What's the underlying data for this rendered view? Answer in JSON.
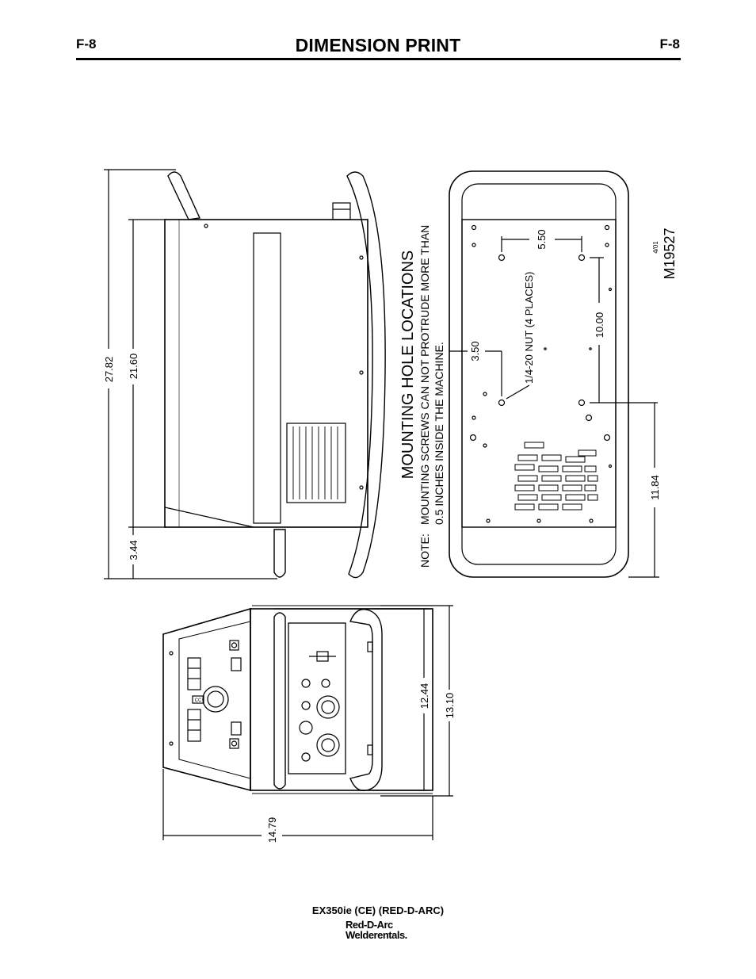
{
  "header": {
    "page_left": "F-8",
    "title": "DIMENSION PRINT",
    "page_right": "F-8"
  },
  "side_view": {
    "overall_height": "27.82",
    "case_height": "21.60",
    "handle_height": "3.44"
  },
  "bottom_view": {
    "heading": "MOUNTING HOLE LOCATIONS",
    "note_label": "NOTE:",
    "note_line1": "MOUNTING SCREWS CAN NOT PROTRUDE MORE THAN",
    "note_line2": "0.5 INCHES INSIDE THE MACHINE.",
    "hole_spacing_a": "5.50",
    "hole_spacing_b": "10.00",
    "edge_offset": "3.50",
    "edge_to_hole": "11.84",
    "nut_label": "1/4-20 NUT (4 PLACES)",
    "drawing_date": "4/01",
    "drawing_number": "M19527"
  },
  "front_view": {
    "depth_inner": "12.44",
    "depth_outer": "13.10",
    "width": "14.79",
    "cc_label": "CC"
  },
  "footer": {
    "model": "EX350ie (CE) (RED-D-ARC)",
    "logo_line1": "Red-D-Arc",
    "logo_line2": "Welderentals."
  }
}
